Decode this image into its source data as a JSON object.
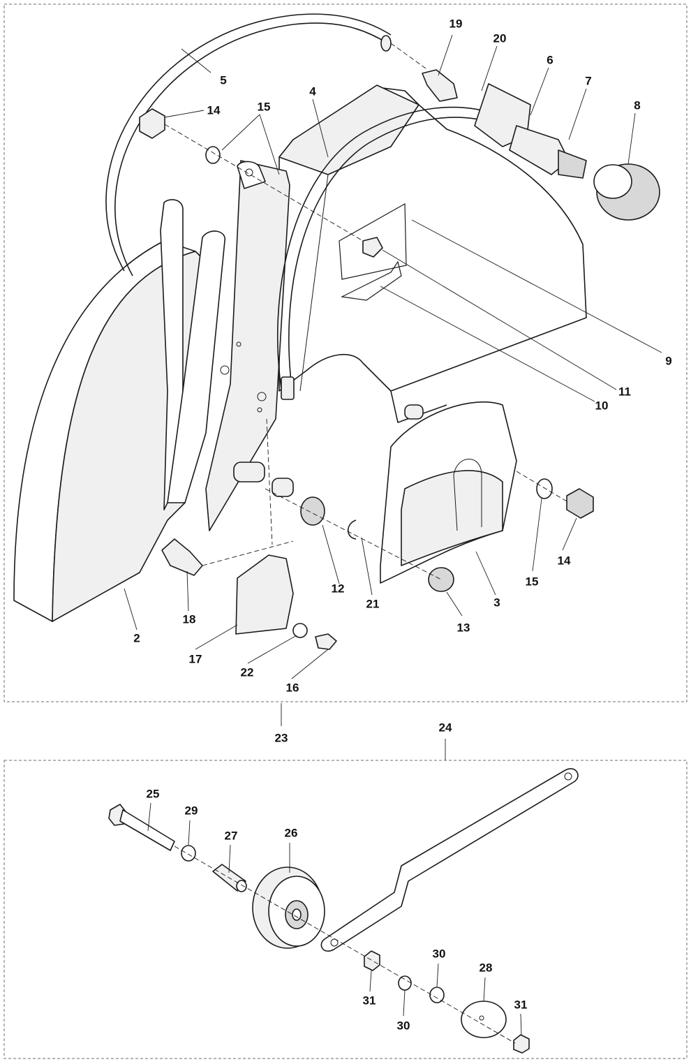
{
  "group_boxes": [
    {
      "name": "upper-assembly-box",
      "callout": "23"
    },
    {
      "name": "lower-assembly-box",
      "callout": "24"
    }
  ],
  "callouts": {
    "upper": [
      "19",
      "20",
      "6",
      "7",
      "8",
      "5",
      "14",
      "15",
      "4",
      "9",
      "11",
      "10",
      "2",
      "18",
      "12",
      "21",
      "3",
      "15",
      "14",
      "13",
      "17",
      "22",
      "16"
    ],
    "lower": [
      "25",
      "29",
      "27",
      "26",
      "31",
      "30",
      "30",
      "28",
      "31"
    ],
    "groups": [
      "23",
      "24"
    ]
  },
  "colors": {
    "line": "#1a1a1a",
    "shade": "#f0f0f0",
    "dark": "#d8d8d8",
    "box": "#6d6d6d"
  }
}
